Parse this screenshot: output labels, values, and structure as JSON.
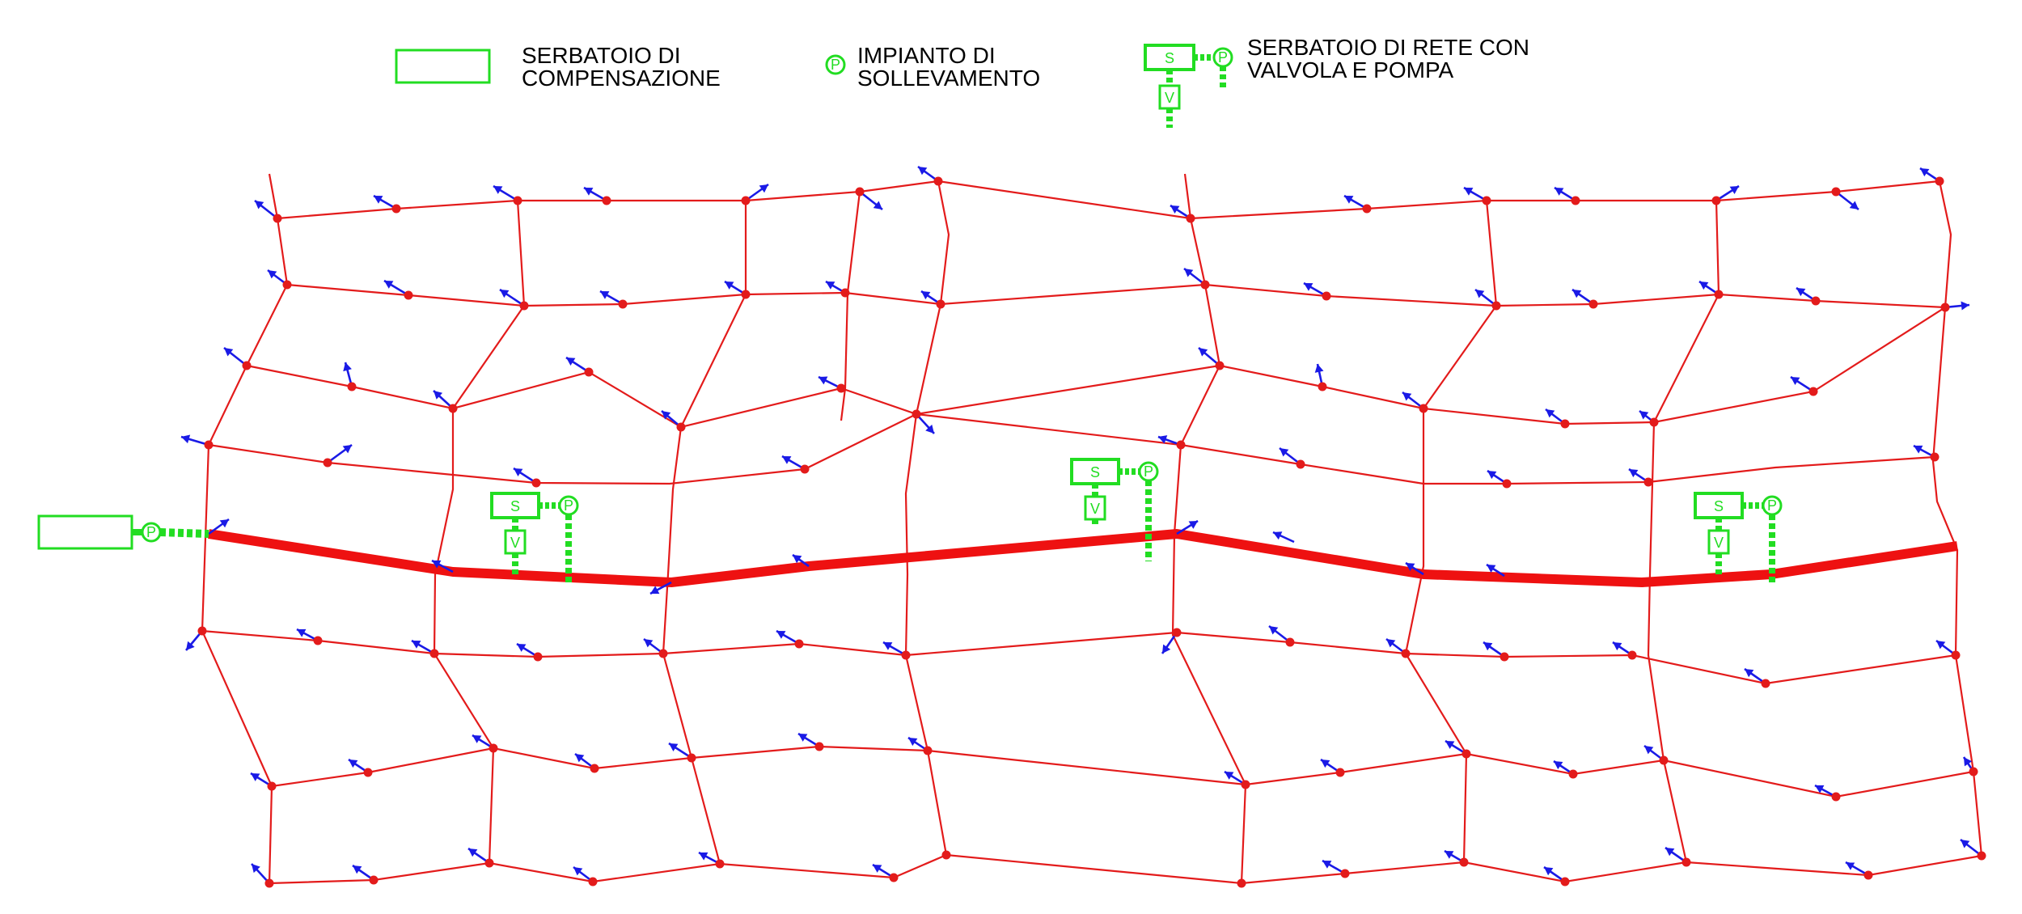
{
  "legend": {
    "tank": {
      "line1": "SERBATOIO  DI",
      "line2": "COMPENSAZIONE"
    },
    "pump": {
      "line1": "IMPIANTO DI",
      "line2": "SOLLEVAMENTO"
    },
    "network_tank": {
      "line1": "SERBATOIO DI RETE CON",
      "line2": "VALVOLA E POMPA"
    }
  },
  "symbols": {
    "storage": "S",
    "pump": "P",
    "valve": "V"
  },
  "colors": {
    "pipe": "#e31b1b",
    "main_pipe": "#ee1111",
    "node": "#e31b1b",
    "arrow": "#1a1ae6",
    "symbol": "#22dd22"
  }
}
